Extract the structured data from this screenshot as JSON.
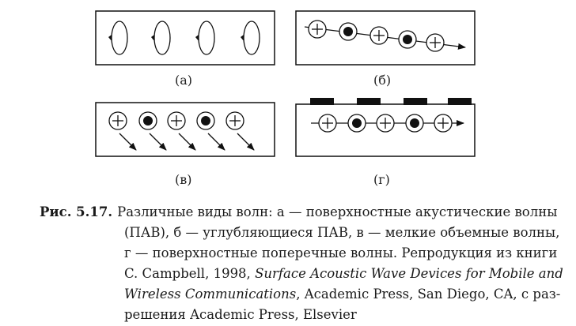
{
  "panels": [
    {
      "label": "(а)"
    },
    {
      "label": "(б)"
    },
    {
      "label": "(в)"
    },
    {
      "label": "(г)"
    }
  ],
  "caption": {
    "label": "Рис. 5.17.",
    "line1": "Различные виды волн: а — поверхностные акустические волны",
    "line2": "(ПАВ), б — углубляющиеся ПАВ, в — мелкие объемные волны,",
    "line3": "г — поверхностные поперечные волны. Репродукция из книги",
    "line4_pre": "C. Campbell, 1998, ",
    "line4_it": "Surface Acoustic Wave Devices for Mobile and",
    "line5_it": "Wireless Communications",
    "line5_post": ", Academic Press, San Diego, CA, с раз-",
    "line6": "решения Academic Press, Elsevier"
  },
  "icons": [
    "plus-particle-icon",
    "dot-particle-icon",
    "arrow-icon",
    "elliptical-orbit-icon"
  ]
}
